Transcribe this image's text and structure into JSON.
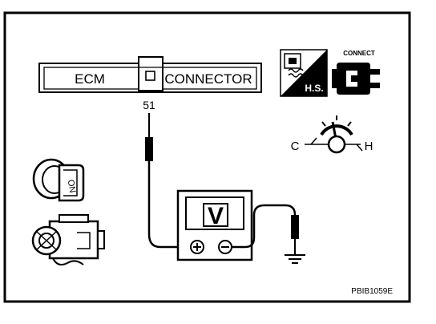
{
  "connector": {
    "left_label": "ECM",
    "right_label": "CONNECTOR"
  },
  "terminal": {
    "number": "51"
  },
  "temperature": {
    "cold": "C",
    "hot": "H"
  },
  "meter": {
    "symbol": "V",
    "positive": "+",
    "negative": "−"
  },
  "ignition": {
    "label": "ON"
  },
  "icons": {
    "hot_state": "H.S.",
    "connect": "CONNECT"
  },
  "figure_code": "PBIB1059E"
}
